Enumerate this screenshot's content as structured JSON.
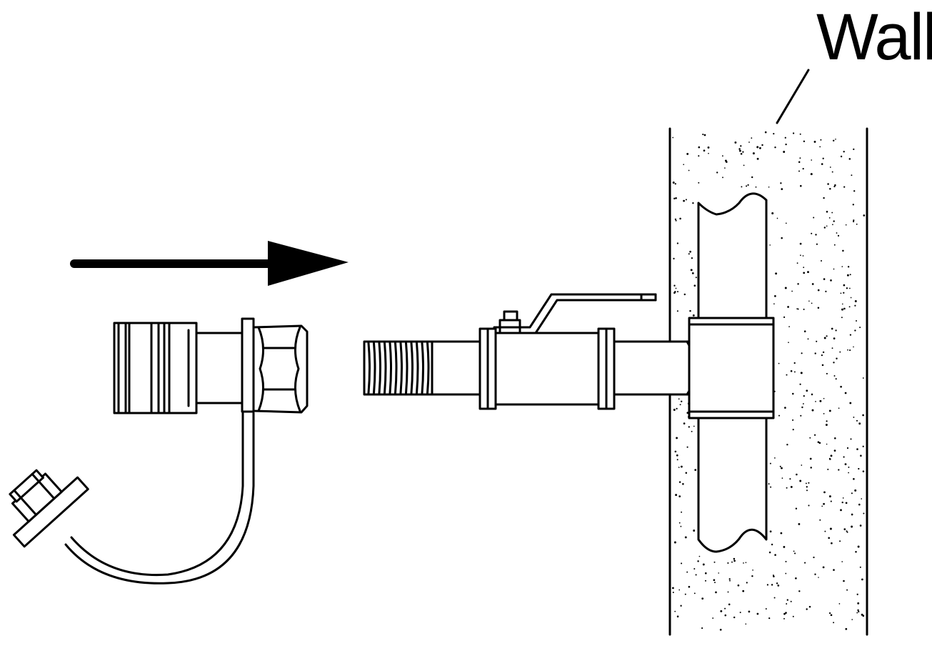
{
  "labels": {
    "wall": "Wall"
  },
  "colors": {
    "ink": "#000000",
    "background": "#ffffff"
  },
  "parts": [
    "insertion-arrow",
    "quick-coupling",
    "dust-cap",
    "threaded-nipple",
    "ball-valve",
    "pipe-tee",
    "wall-section"
  ]
}
